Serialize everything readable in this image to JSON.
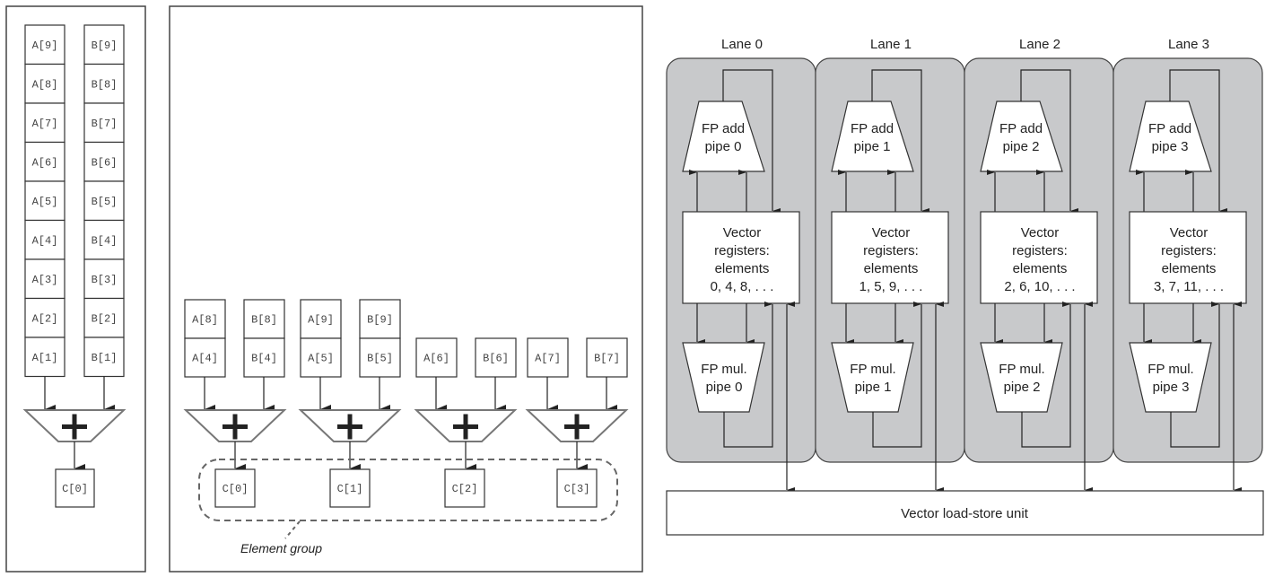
{
  "panel_single": {
    "a_column": [
      "A[9]",
      "A[8]",
      "A[7]",
      "A[6]",
      "A[5]",
      "A[4]",
      "A[3]",
      "A[2]",
      "A[1]"
    ],
    "b_column": [
      "B[9]",
      "B[8]",
      "B[7]",
      "B[6]",
      "B[5]",
      "B[4]",
      "B[3]",
      "B[2]",
      "B[1]"
    ],
    "result": "C[0]"
  },
  "panel_multi": {
    "pipes": [
      {
        "a": [
          "A[8]",
          "A[4]"
        ],
        "b": [
          "B[8]",
          "B[4]"
        ],
        "result": "C[0]"
      },
      {
        "a": [
          "A[9]",
          "A[5]"
        ],
        "b": [
          "B[9]",
          "B[5]"
        ],
        "result": "C[1]"
      },
      {
        "a": [
          "A[6]"
        ],
        "b": [
          "B[6]"
        ],
        "result": "C[2]"
      },
      {
        "a": [
          "A[7]"
        ],
        "b": [
          "B[7]"
        ],
        "result": "C[3]"
      }
    ],
    "group_label": "Element group"
  },
  "lanes_diagram": {
    "lanes": [
      {
        "title": "Lane 0",
        "add": [
          "FP add",
          "pipe 0"
        ],
        "regs": [
          "Vector",
          "registers:",
          "elements",
          "0, 4, 8, . . ."
        ],
        "mul": [
          "FP mul.",
          "pipe 0"
        ]
      },
      {
        "title": "Lane 1",
        "add": [
          "FP add",
          "pipe 1"
        ],
        "regs": [
          "Vector",
          "registers:",
          "elements",
          "1, 5, 9, . . ."
        ],
        "mul": [
          "FP mul.",
          "pipe 1"
        ]
      },
      {
        "title": "Lane 2",
        "add": [
          "FP add",
          "pipe 2"
        ],
        "regs": [
          "Vector",
          "registers:",
          "elements",
          "2, 6, 10, . . ."
        ],
        "mul": [
          "FP mul.",
          "pipe 2"
        ]
      },
      {
        "title": "Lane 3",
        "add": [
          "FP add",
          "pipe 3"
        ],
        "regs": [
          "Vector",
          "registers:",
          "elements",
          "3, 7, 11, . . ."
        ],
        "mul": [
          "FP mul.",
          "pipe 3"
        ]
      }
    ],
    "load_store_label": "Vector load-store unit"
  }
}
